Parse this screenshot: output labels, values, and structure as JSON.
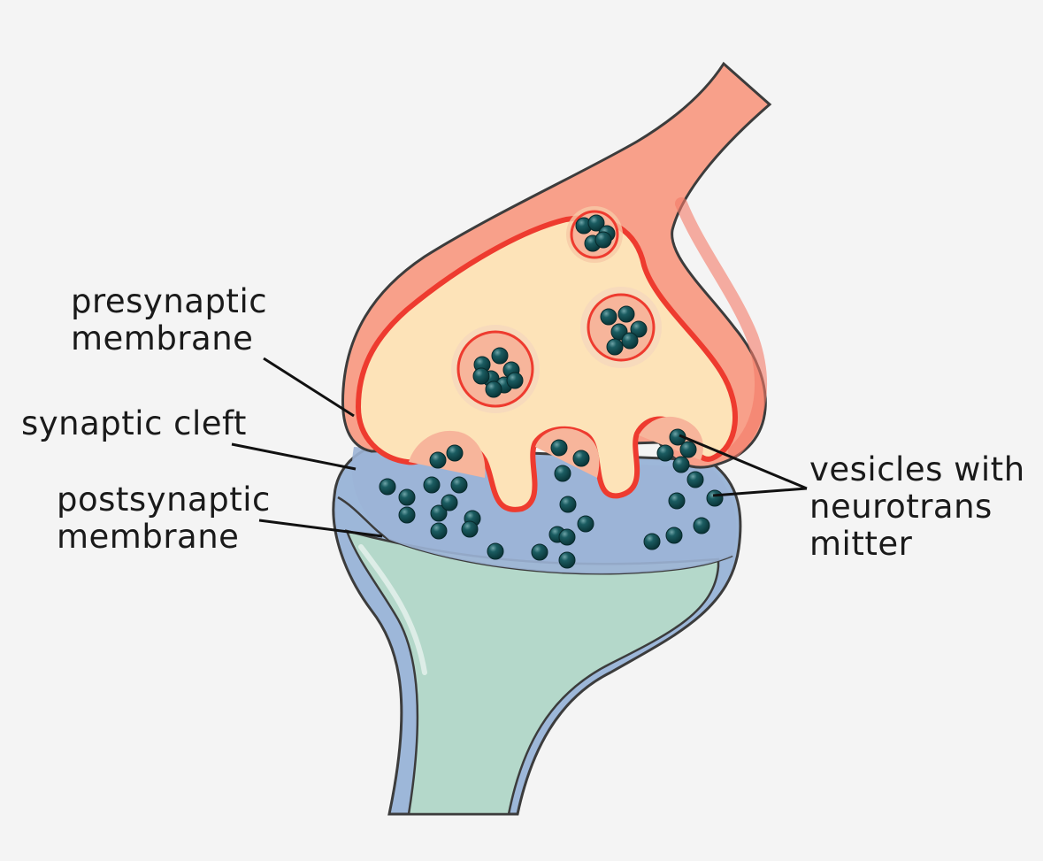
{
  "labels": {
    "presynaptic_membrane": [
      "presynaptic",
      "membrane"
    ],
    "synaptic_cleft": "synaptic cleft",
    "postsynaptic_membrane": [
      "postsynaptic",
      "membrane"
    ],
    "vesicles": [
      "vesicles with",
      "neurotrans",
      "mitter"
    ]
  },
  "colors": {
    "background": "#f4f4f4",
    "presynaptic_outer": "#f8a08a",
    "presynaptic_inner": "#fde3b8",
    "presynaptic_membrane": "#ee3b2f",
    "cleft": "#9fb7d8",
    "postsynaptic_body": "#b5d9cc",
    "neurotransmitter": "#0e4a4f",
    "outline": "#3c3c3c"
  }
}
